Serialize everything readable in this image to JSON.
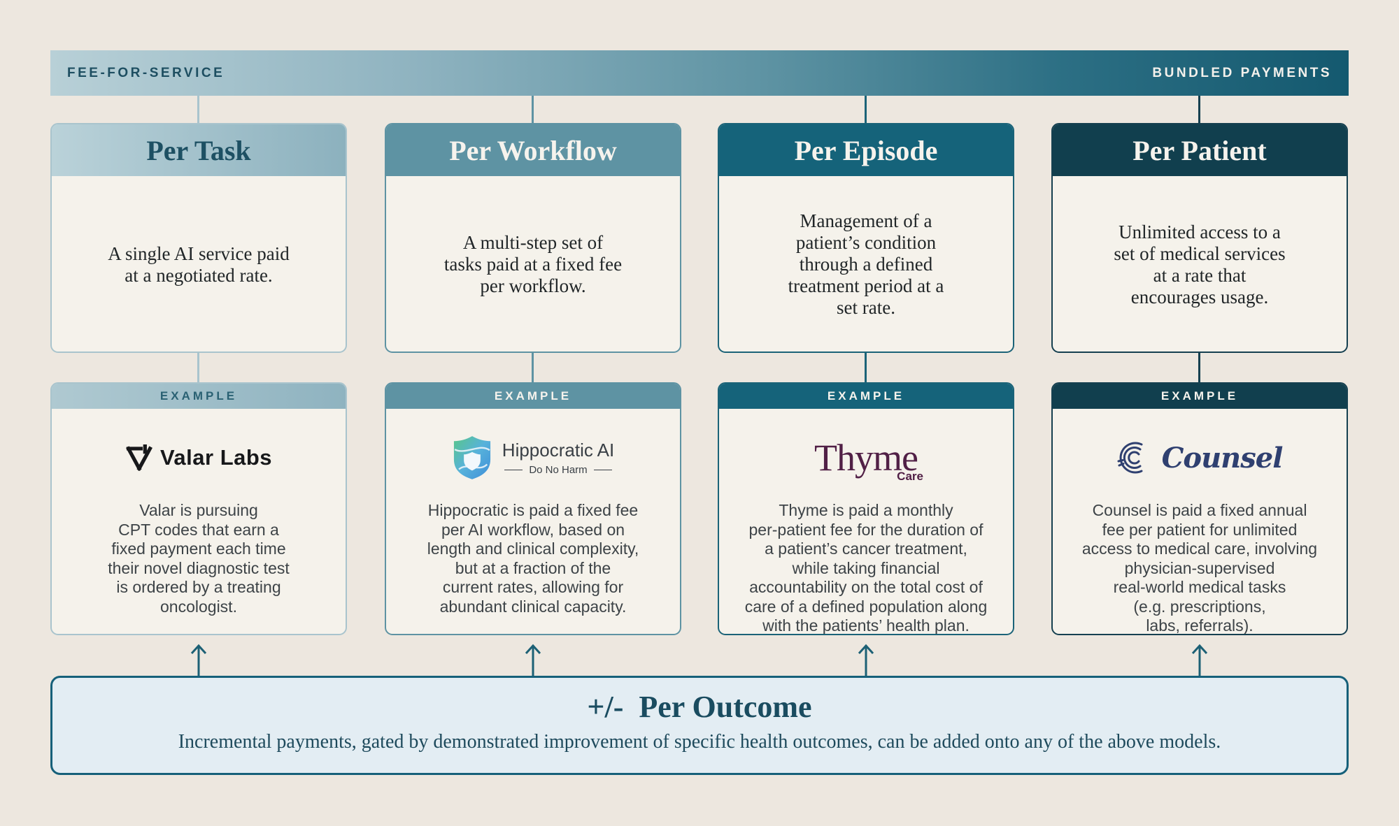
{
  "page": {
    "background": "#EDE7DF",
    "card_background": "#F5F2EB"
  },
  "spectrum_bar": {
    "left_label": "FEE-FOR-SERVICE",
    "right_label": "BUNDLED PAYMENTS",
    "gradient_start": "#B8D0D7",
    "gradient_end": "#14596F"
  },
  "columns": [
    {
      "title": "Per Task",
      "description": "A single AI service paid\nat a negotiated rate.",
      "example_label": "EXAMPLE",
      "logo": {
        "name": "Valar Labs"
      },
      "example_text": "Valar is pursuing\nCPT codes that earn a\nfixed payment each time\ntheir novel diagnostic test\nis ordered by a treating\noncologist.",
      "accent_color": "#A9C4CD"
    },
    {
      "title": "Per Workflow",
      "description": "A multi-step set of\ntasks paid at a fixed fee\nper workflow.",
      "example_label": "EXAMPLE",
      "logo": {
        "name": "Hippocratic AI",
        "tagline": "Do No Harm"
      },
      "example_text": "Hippocratic is paid a fixed fee\nper AI workflow, based on\nlength and clinical complexity,\nbut at a fraction of the\ncurrent rates, allowing for\nabundant clinical capacity.",
      "accent_color": "#5E93A3"
    },
    {
      "title": "Per Episode",
      "description": "Management of a\npatient’s condition\nthrough a defined\ntreatment period at a\nset rate.",
      "example_label": "EXAMPLE",
      "logo": {
        "name": "Thyme",
        "sub": "Care"
      },
      "example_text": "Thyme is paid a monthly\nper-patient fee for the duration of\na patient’s cancer treatment,\nwhile taking financial\naccountability on the total cost of\ncare of a defined population along\nwith the patients’ health plan.",
      "accent_color": "#1B6378"
    },
    {
      "title": "Per Patient",
      "description": "Unlimited access to a\nset of medical services\nat a rate that\nencourages usage.",
      "example_label": "EXAMPLE",
      "logo": {
        "name": "Counsel"
      },
      "example_text": "Counsel is paid a fixed annual\nfee per patient for unlimited\naccess to medical care, involving\nphysician-supervised\nreal-world medical tasks\n(e.g. prescriptions,\nlabs, referrals).",
      "accent_color": "#164050"
    }
  ],
  "outcome_box": {
    "title": "+/-  Per Outcome",
    "description": "Incremental payments, gated by demonstrated improvement of specific health outcomes,  can be added onto any of the above models."
  }
}
